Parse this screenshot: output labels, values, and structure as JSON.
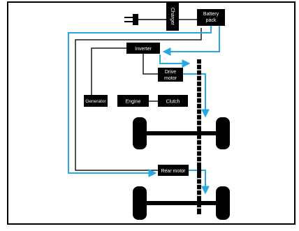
{
  "diagram": {
    "labels": {
      "charger": "Charger",
      "battery_line1": "Battery",
      "battery_line2": "pack",
      "inverter": "Inverter",
      "drive_motor_line1": "Drive",
      "drive_motor_line2": "motor",
      "generator": "Generator",
      "engine": "Engine",
      "clutch": "Clutch",
      "rear_motor": "Rear motor"
    },
    "colors": {
      "component_fill": "#000000",
      "component_text": "#ffffff",
      "wire": "#1a1a1a",
      "electric_flow": "#29a8e0",
      "frame": "#000000",
      "background": "#ffffff"
    },
    "icons": {
      "plug": "power-plug-icon",
      "flow_arrow": "arrow-head-icon"
    }
  }
}
